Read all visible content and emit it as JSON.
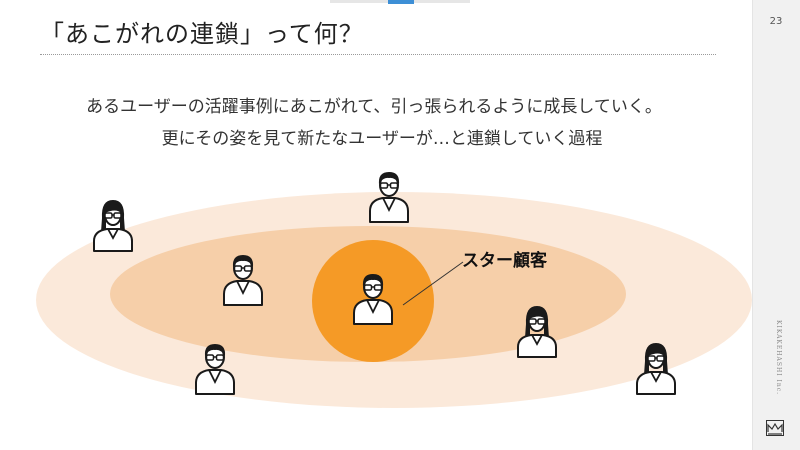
{
  "slide": {
    "title": "「あこがれの連鎖」って何？",
    "lead_line1": "あるユーザーの活躍事例にあこがれて、引っ張られるように成長していく。",
    "lead_line2": "更にその姿を見て新たなユーザーが…と連鎖していく過程",
    "star_label": "スター顧客"
  },
  "sidebar": {
    "page_number": "23",
    "company_name": "KIKAKEHASHI Inc."
  },
  "colors": {
    "outer_ring": "#fbe9da",
    "middle_ring": "#f6cfa9",
    "core": "#f59a26",
    "icon_stroke": "#1a1a1a"
  },
  "icons": {
    "user": "user-icon",
    "logo": "company-logo-icon"
  }
}
